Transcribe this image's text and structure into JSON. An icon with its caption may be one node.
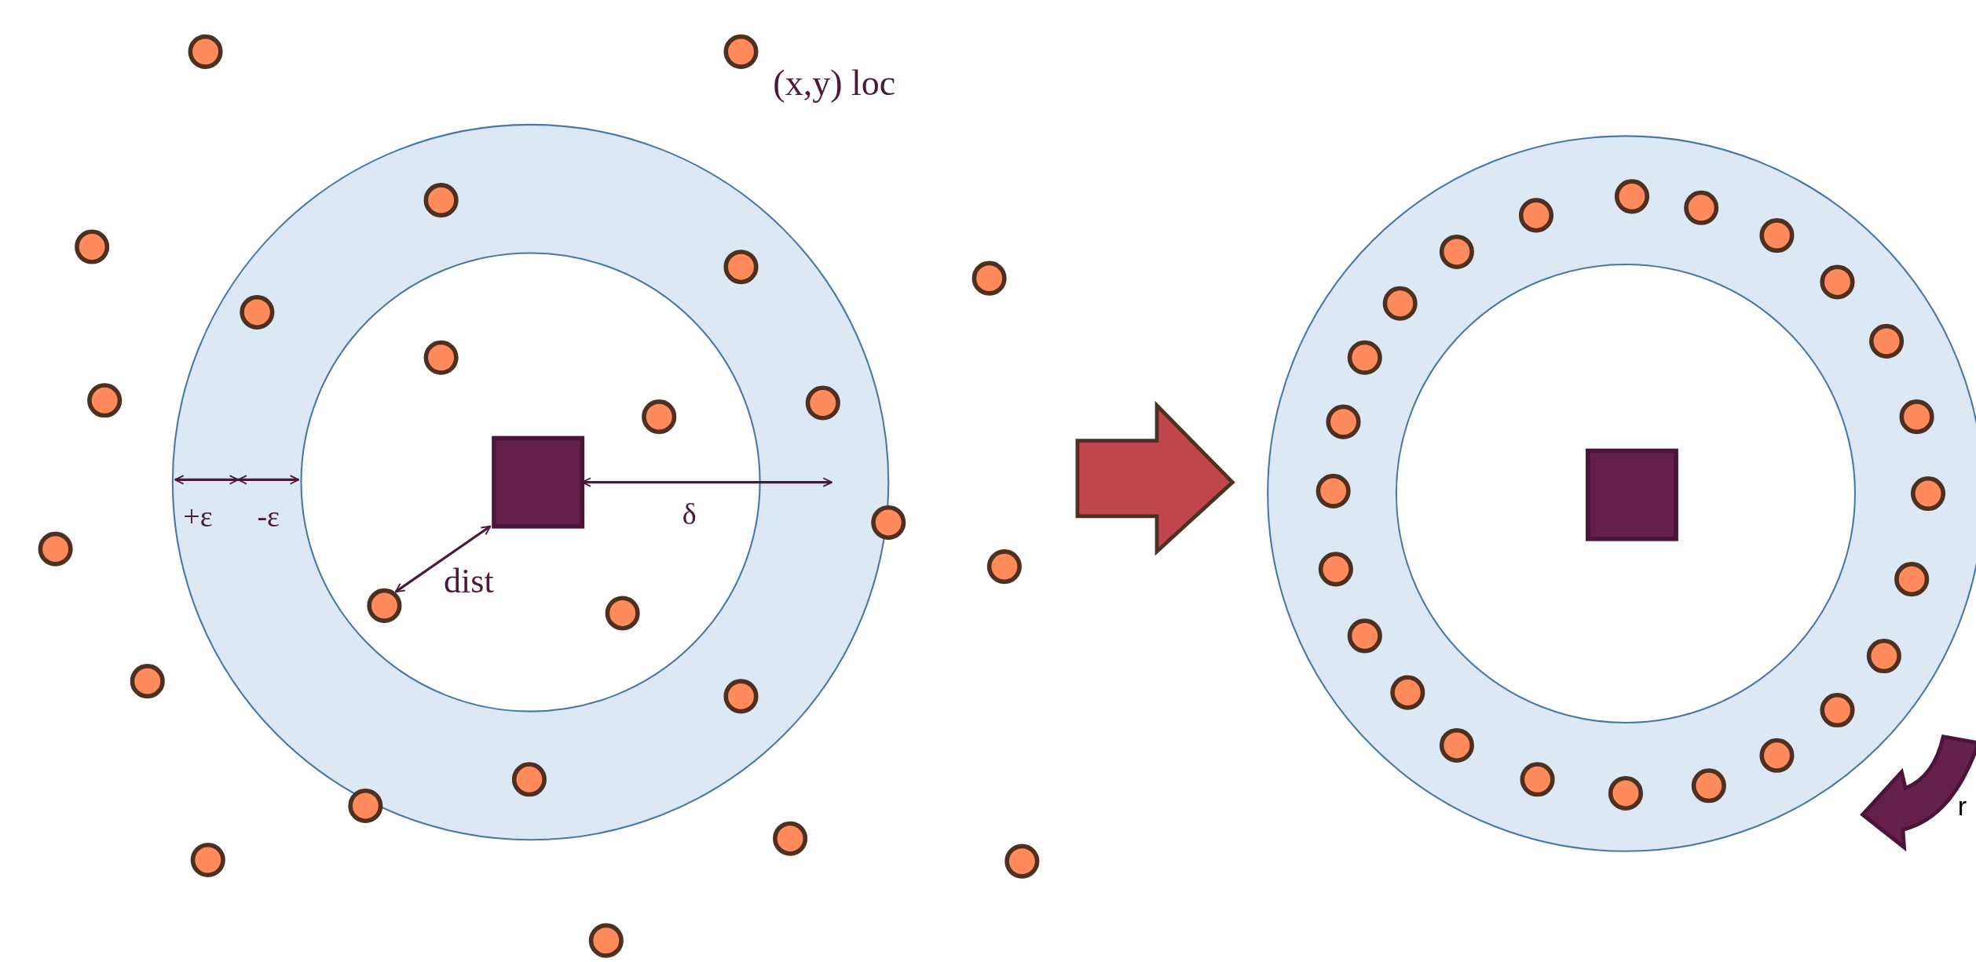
{
  "diagram": {
    "nodes": [
      {
        "text": [],
        "shape": "box"
      },
      {
        "text": [],
        "shape": "box"
      }
    ],
    "labels": [
      "(x,y) loc",
      "+ε",
      "-ε",
      "δ",
      "dist",
      "r"
    ]
  }
}
